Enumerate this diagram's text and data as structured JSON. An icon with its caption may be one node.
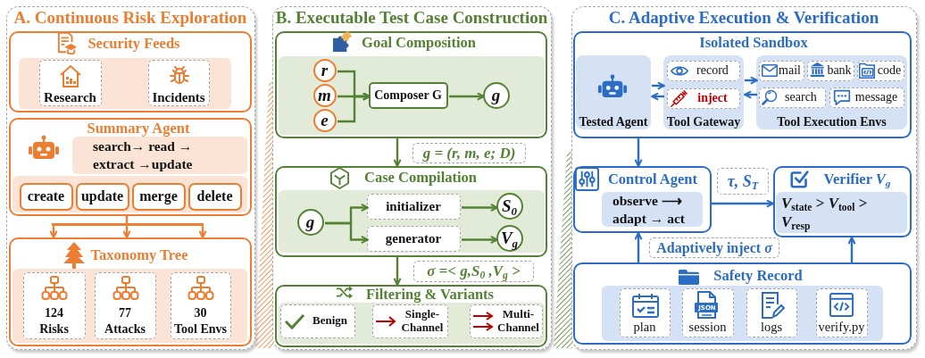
{
  "diagram": {
    "nodes": [
      {
        "text": [
          "A. Continuous Risk Exploration"
        ]
      },
      {
        "text": [
          "Security Feeds"
        ],
        "in": 0
      },
      {
        "text": [
          "Research"
        ],
        "in": 1
      },
      {
        "text": [
          "Incidents"
        ],
        "in": 1
      },
      {
        "text": [
          "Summary Agent",
          "search→ read → extract →update"
        ],
        "in": 0
      },
      {
        "text": [
          "create"
        ],
        "in": 4
      },
      {
        "text": [
          "update"
        ],
        "in": 4
      },
      {
        "text": [
          "merge"
        ],
        "in": 4
      },
      {
        "text": [
          "delete"
        ],
        "in": 4
      },
      {
        "text": [
          "Taxonomy Tree"
        ],
        "in": 0
      },
      {
        "text": [
          "124",
          "Risks"
        ],
        "in": 9
      },
      {
        "text": [
          "77",
          "Attacks"
        ],
        "in": 9
      },
      {
        "text": [
          "30",
          "Tool Envs"
        ],
        "in": 9
      },
      {
        "text": [
          "B. Executable Test Case Construction"
        ]
      },
      {
        "text": [
          "Goal Composition"
        ],
        "in": 13
      },
      {
        "text": [
          "r"
        ],
        "in": 14
      },
      {
        "text": [
          "m"
        ],
        "in": 14
      },
      {
        "text": [
          "e"
        ],
        "in": 14
      },
      {
        "text": [
          "Composer G"
        ],
        "in": 14
      },
      {
        "text": [
          "g"
        ],
        "in": 14
      },
      {
        "text": [
          "Case Compilation"
        ],
        "in": 13
      },
      {
        "text": [
          "g"
        ],
        "in": 20
      },
      {
        "text": [
          "initializer"
        ],
        "in": 20
      },
      {
        "text": [
          "generator"
        ],
        "in": 20
      },
      {
        "text": [
          "S$_{0}$"
        ],
        "in": 20
      },
      {
        "text": [
          "V$_{g}$"
        ],
        "in": 20
      },
      {
        "text": [
          "Filtering & Variants"
        ],
        "in": 13
      },
      {
        "text": [
          "Benign"
        ],
        "in": 26
      },
      {
        "text": [
          "Single-Channel"
        ],
        "in": 26
      },
      {
        "text": [
          "Multi-Channel"
        ],
        "in": 26
      },
      {
        "text": [
          "C. Adaptive Execution & Verification"
        ]
      },
      {
        "text": [
          "Isolated Sandbox"
        ],
        "in": 30
      },
      {
        "text": [
          "Tested Agent"
        ],
        "in": 31
      },
      {
        "text": [
          "Tool Gateway"
        ],
        "in": 31
      },
      {
        "text": [
          "record"
        ],
        "in": 33
      },
      {
        "text": [
          "inject"
        ],
        "in": 33
      },
      {
        "text": [
          "Tool Execution Envs"
        ],
        "in": 31
      },
      {
        "text": [
          "mail"
        ],
        "in": 36
      },
      {
        "text": [
          "bank"
        ],
        "in": 36
      },
      {
        "text": [
          "code"
        ],
        "in": 36
      },
      {
        "text": [
          "search"
        ],
        "in": 36
      },
      {
        "text": [
          "message"
        ],
        "in": 36
      },
      {
        "text": [
          "Control Agent",
          "observe ⟶ adapt → act"
        ],
        "in": 30
      },
      {
        "text": [
          "Verifier *V*$_{g}$",
          "*V*$_{state}$ > *V*$_{tool}$ > *V*$_{resp}$"
        ],
        "in": 30
      },
      {
        "text": [
          "Safety Record"
        ],
        "in": 30
      },
      {
        "text": [
          "plan"
        ],
        "in": 44
      },
      {
        "text": [
          "session"
        ],
        "in": 44
      },
      {
        "text": [
          "logs"
        ],
        "in": 44
      },
      {
        "text": [
          "verify.py"
        ],
        "in": 44
      },
      {
        "text": [],
        "shape": "band"
      },
      {
        "text": [],
        "shape": "band"
      },
      {
        "text": [],
        "shape": "bar",
        "in": 0
      }
    ],
    "edges": [
      {
        "from": 4,
        "to": 51,
        "arrow": "none",
        "color": "#ed7d31"
      },
      {
        "from": 15,
        "to": 18,
        "arrow": "to"
      },
      {
        "from": 16,
        "to": 18,
        "arrow": "to"
      },
      {
        "from": 17,
        "to": 18,
        "arrow": "to"
      },
      {
        "from": 18,
        "to": 19,
        "arrow": "to"
      },
      {
        "from": 14,
        "to": 20,
        "arrow": "to",
        "label": "g = (r, m, e; D)"
      },
      {
        "from": 21,
        "to": 22,
        "arrow": "to"
      },
      {
        "from": 21,
        "to": 23,
        "arrow": "to"
      },
      {
        "from": 22,
        "to": 24,
        "arrow": "to"
      },
      {
        "from": 23,
        "to": 25,
        "arrow": "to"
      },
      {
        "from": 20,
        "to": 26,
        "arrow": "to",
        "label": "σ =< g,S$_{0}$ ,V$_{g}$ >"
      },
      {
        "from": 32,
        "to": 33,
        "arrow": "to",
        "color": "#2b6cc4"
      },
      {
        "from": 33,
        "to": 32,
        "arrow": "to",
        "color": "#2b6cc4"
      },
      {
        "from": 33,
        "to": 36,
        "arrow": "to",
        "color": "#2b6cc4"
      },
      {
        "from": 36,
        "to": 33,
        "arrow": "to",
        "color": "#2b6cc4"
      },
      {
        "from": 31,
        "to": 42,
        "arrow": "to",
        "color": "#2b6cc4"
      },
      {
        "from": 42,
        "to": 43,
        "arrow": "to",
        "label": "τ, S$_{T}$",
        "color": "#2b6cc4"
      },
      {
        "from": 44,
        "to": 42,
        "arrow": "to",
        "label": "Adaptively inject *σ*",
        "color": "#2b6cc4"
      },
      {
        "from": 44,
        "to": 43,
        "arrow": "to",
        "color": "#2b6cc4"
      },
      {
        "from": 51,
        "to": 9,
        "arrow": "to",
        "color": "#ed7d31"
      },
      {
        "from": 51,
        "to": 9,
        "arrow": "to",
        "color": "#ed7d31"
      },
      {
        "from": 51,
        "to": 9,
        "arrow": "to",
        "color": "#ed7d31"
      }
    ],
    "labels": [
      "JSON"
    ]
  }
}
